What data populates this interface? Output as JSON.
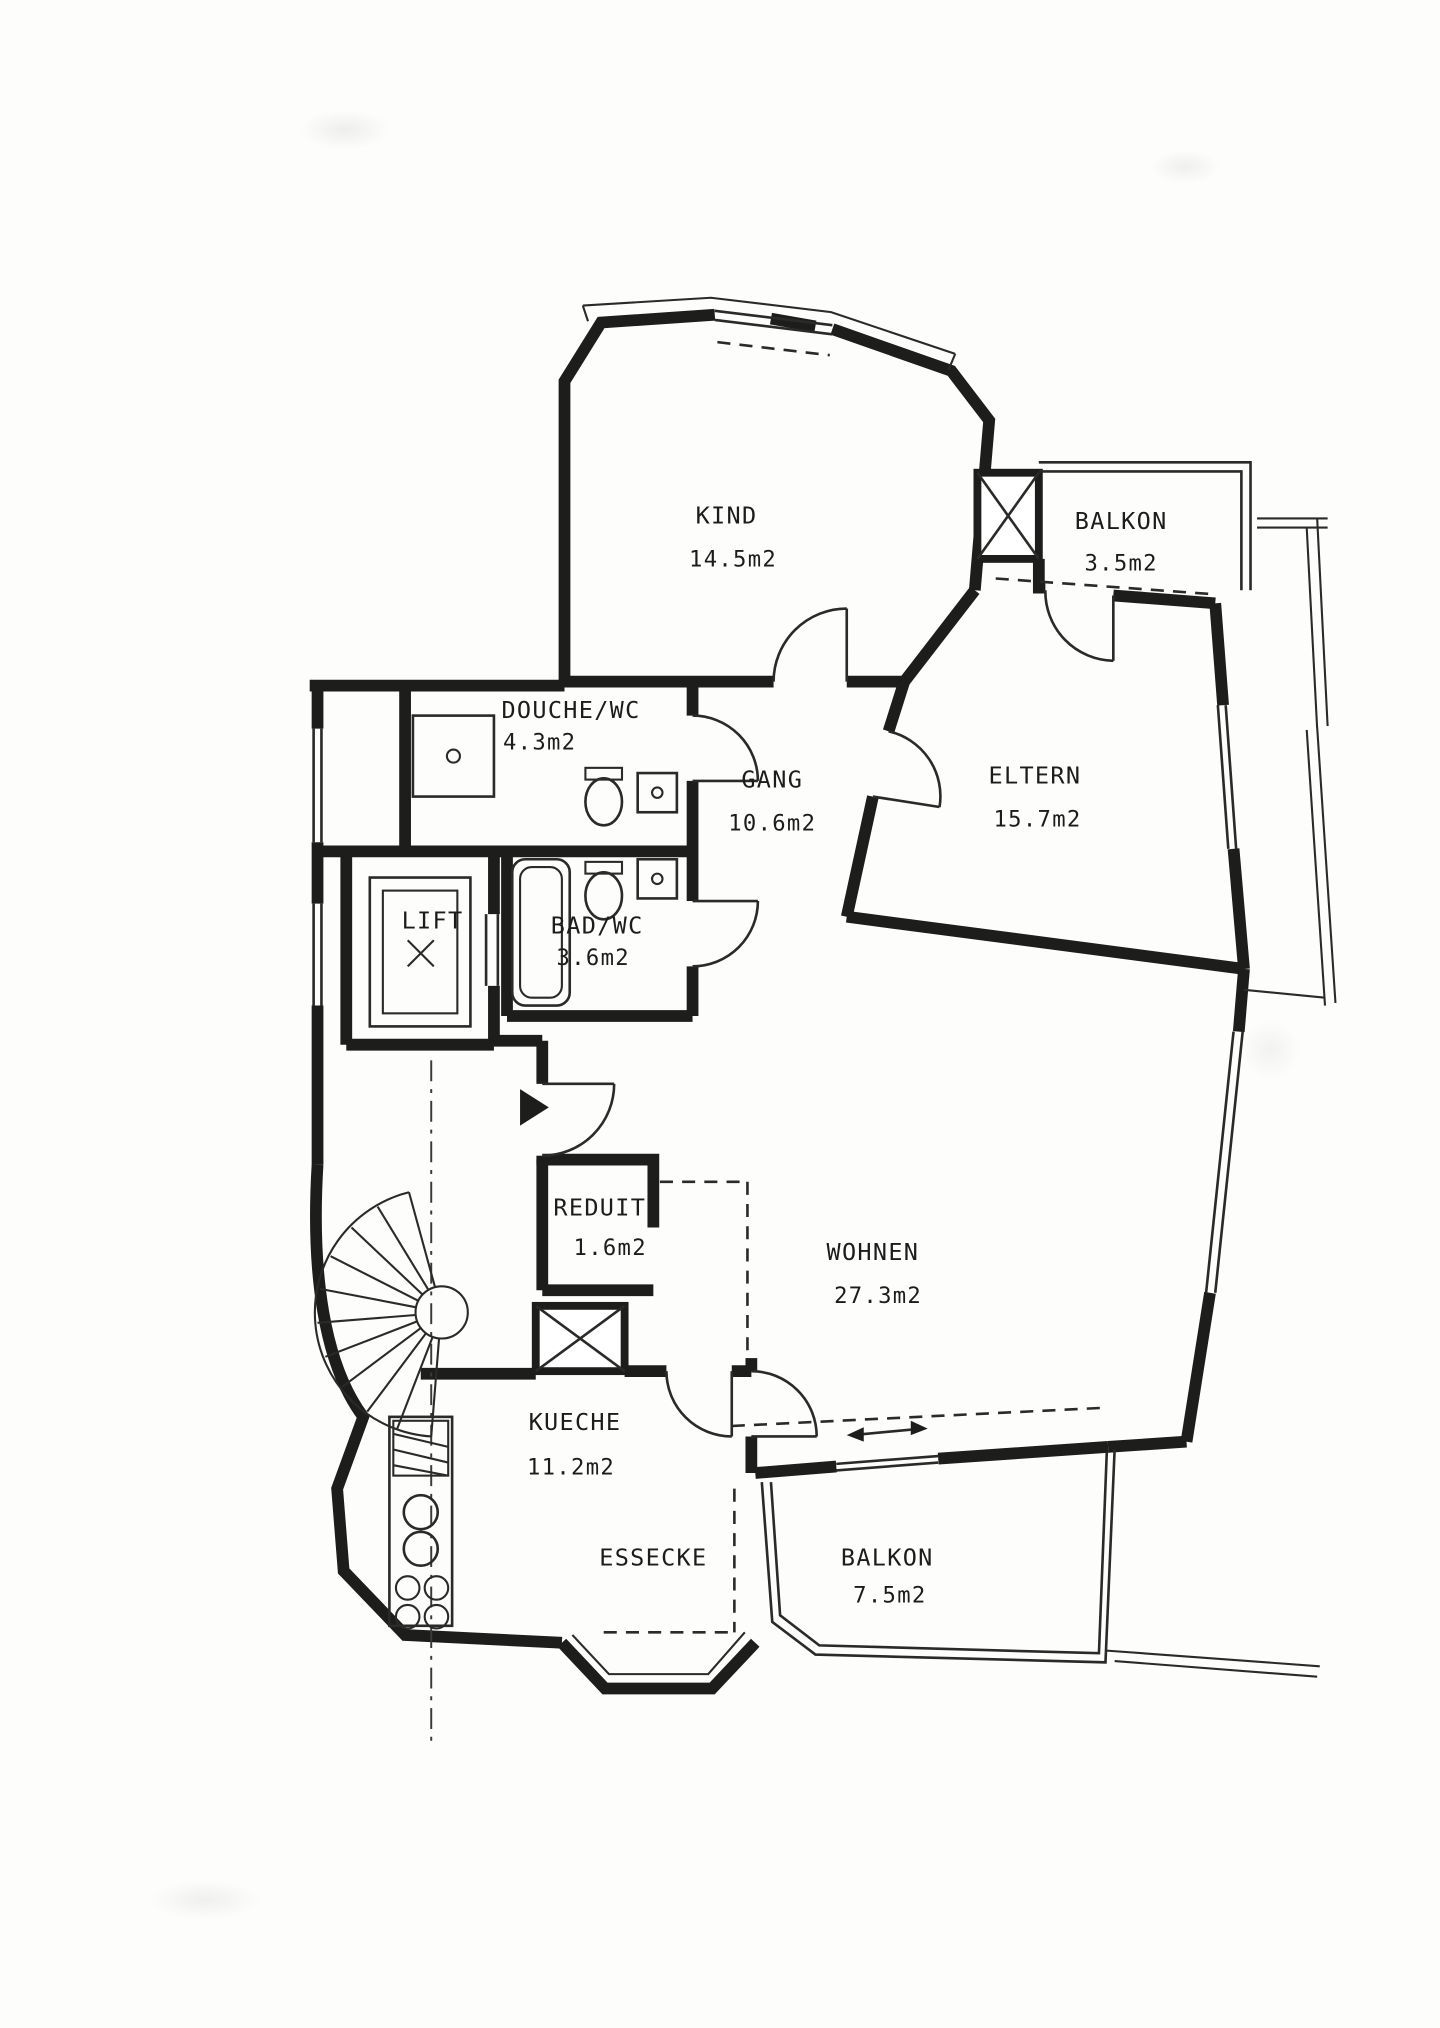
{
  "plan": {
    "kind_note": "apartment floor plan (scanned architectural drawing)",
    "colors": {
      "ink": "#1d1d1b",
      "paper": "#fdfdfc"
    }
  },
  "rooms": [
    {
      "name": "KIND",
      "area": "14.5m2"
    },
    {
      "name": "BALKON",
      "area": "3.5m2"
    },
    {
      "name": "DOUCHE/WC",
      "area": "4.3m2"
    },
    {
      "name": "GANG",
      "area": "10.6m2"
    },
    {
      "name": "ELTERN",
      "area": "15.7m2"
    },
    {
      "name": "LIFT",
      "area": ""
    },
    {
      "name": "BAD/WC",
      "area": "3.6m2"
    },
    {
      "name": "REDUIT",
      "area": "1.6m2"
    },
    {
      "name": "WOHNEN",
      "area": "27.3m2"
    },
    {
      "name": "KUECHE",
      "area": "11.2m2"
    },
    {
      "name": "ESSECKE",
      "area": ""
    },
    {
      "name": "BALKON",
      "area": "7.5m2"
    }
  ]
}
